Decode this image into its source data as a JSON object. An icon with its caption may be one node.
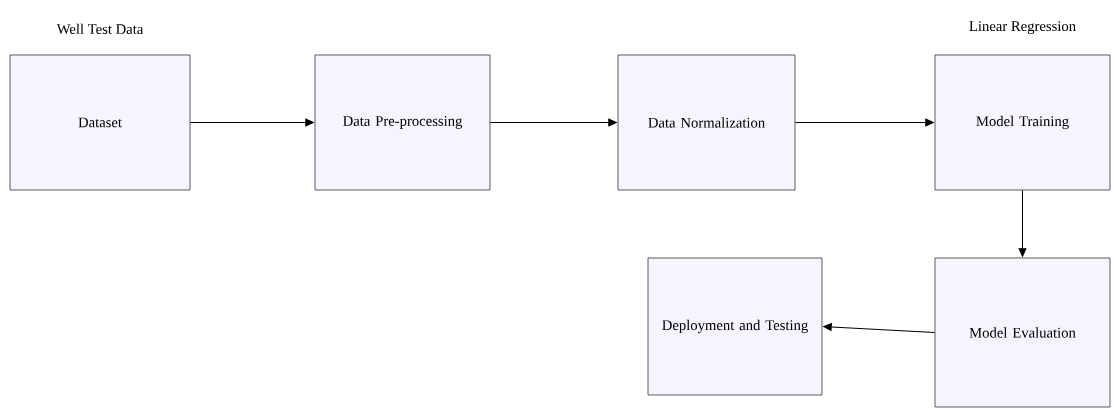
{
  "diagram": {
    "nodes": [
      {
        "text": [
          "Well Test Data",
          "Dataset"
        ]
      },
      {
        "text": [
          "Data Pre-processing"
        ]
      },
      {
        "text": [
          "Data Normalization"
        ]
      },
      {
        "text": [
          "Linear Regression",
          "Model Training"
        ]
      },
      {
        "text": [
          "Model Evaluation"
        ]
      },
      {
        "text": [
          "Deployment and Testing"
        ]
      }
    ],
    "edges": [
      {
        "from": 0,
        "to": 1,
        "arrow": "to"
      },
      {
        "from": 1,
        "to": 2,
        "arrow": "to"
      },
      {
        "from": 2,
        "to": 3,
        "arrow": "to"
      },
      {
        "from": 3,
        "to": 4,
        "arrow": "to"
      },
      {
        "from": 4,
        "to": 5,
        "arrow": "to"
      }
    ]
  }
}
